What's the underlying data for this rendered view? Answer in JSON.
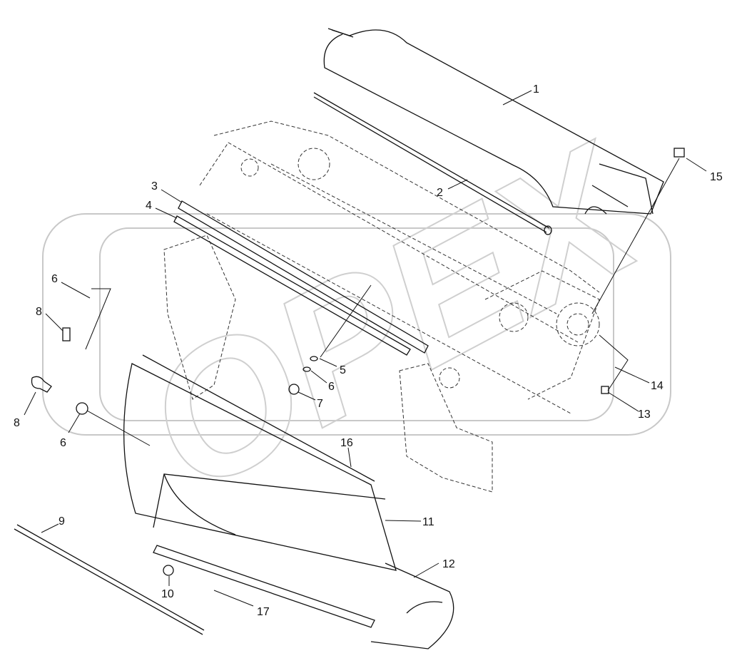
{
  "watermark": "OPEX",
  "callouts": [
    {
      "id": "c1",
      "label": "1"
    },
    {
      "id": "c2",
      "label": "2"
    },
    {
      "id": "c3",
      "label": "3"
    },
    {
      "id": "c4",
      "label": "4"
    },
    {
      "id": "c5",
      "label": "5"
    },
    {
      "id": "c6a",
      "label": "6"
    },
    {
      "id": "c6b",
      "label": "6"
    },
    {
      "id": "c6c",
      "label": "6"
    },
    {
      "id": "c7",
      "label": "7"
    },
    {
      "id": "c8a",
      "label": "8"
    },
    {
      "id": "c8b",
      "label": "8"
    },
    {
      "id": "c9",
      "label": "9"
    },
    {
      "id": "c10",
      "label": "10"
    },
    {
      "id": "c11",
      "label": "11"
    },
    {
      "id": "c12",
      "label": "12"
    },
    {
      "id": "c13",
      "label": "13"
    },
    {
      "id": "c14",
      "label": "14"
    },
    {
      "id": "c15",
      "label": "15"
    },
    {
      "id": "c16",
      "label": "16"
    },
    {
      "id": "c17",
      "label": "17"
    }
  ]
}
